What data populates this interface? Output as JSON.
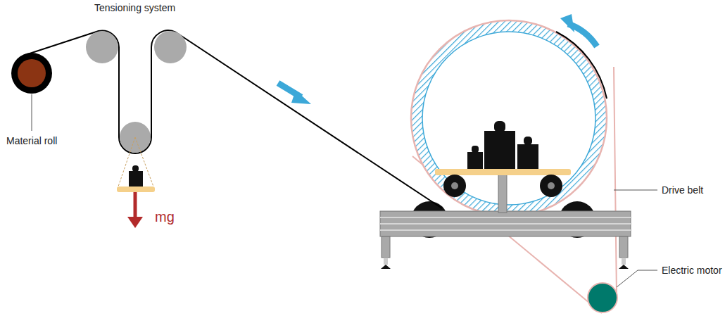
{
  "diagram": {
    "labels": [
      "Tensioning system",
      "Material roll",
      "mg",
      "Drive belt",
      "Electric motor"
    ]
  }
}
